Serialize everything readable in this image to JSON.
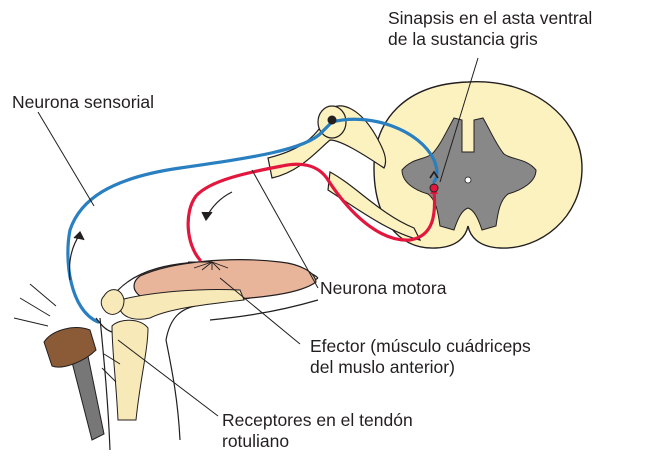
{
  "labels": {
    "synapse": [
      "Sinapsis en el asta ventral",
      "de la sustancia gris"
    ],
    "sensory_neuron": "Neurona sensorial",
    "motor_neuron": "Neurona motora",
    "effector": [
      "Efector (músculo cuádriceps",
      "del muslo anterior)"
    ],
    "receptors": [
      "Receptores en el tendón",
      "rotuliano"
    ]
  },
  "colors": {
    "sensory_neuron": "#2a7fc0",
    "motor_neuron": "#e3173e",
    "white_matter": "#fbf2c0",
    "gray_matter": "#888888",
    "muscle": "#e8b49a",
    "bone": "#f7e9b8",
    "hammer": "#8b5a36",
    "outline": "#231f20"
  }
}
